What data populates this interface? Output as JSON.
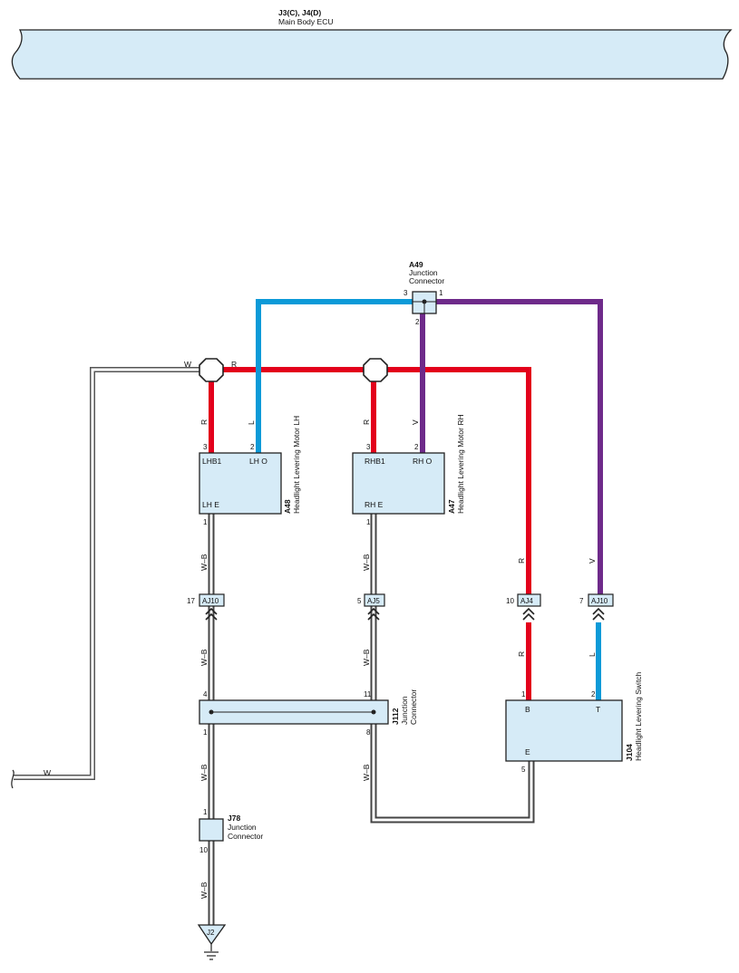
{
  "ecu": {
    "code": "J3(C), J4(D)",
    "name": "Main Body ECU"
  },
  "a49": {
    "code": "A49",
    "line1": "Junction",
    "line2": "Connector",
    "pin_left": "3",
    "pin_right": "1",
    "pin_bottom": "2"
  },
  "motor_lh": {
    "code": "A48",
    "name": "Headlight Levering Motor LH",
    "pin_lhb1_num": "3",
    "pin_lho_num": "2",
    "lhb1": "LHB1",
    "lho": "LH O",
    "lhe": "LH E",
    "pin_bottom_num": "1"
  },
  "motor_rh": {
    "code": "A47",
    "name": "Headlight Levering Motor RH",
    "pin_rhb1_num": "3",
    "pin_rho_num": "2",
    "rhb1": "RHB1",
    "rho": "RH O",
    "rhe": "RH E",
    "pin_bottom_num": "1"
  },
  "wire_colors": {
    "r": "R",
    "l": "L",
    "v": "V",
    "w": "W",
    "wb": "W–B"
  },
  "connectors": {
    "aj10_a": {
      "label": "AJ10",
      "pin": "17"
    },
    "aj5": {
      "label": "AJ5",
      "pin": "5"
    },
    "aj4": {
      "label": "AJ4",
      "pin": "10"
    },
    "aj10_b": {
      "label": "AJ10",
      "pin": "7"
    }
  },
  "j112": {
    "code": "J112",
    "line1": "Junction",
    "line2": "Connector",
    "pin_tl": "4",
    "pin_tr": "11",
    "pin_bl": "1",
    "pin_br": "8"
  },
  "j104": {
    "code": "J104",
    "name": "Headlight Levering Switch",
    "pin_b_num": "1",
    "pin_t_num": "2",
    "b": "B",
    "t": "T",
    "e": "E",
    "pin_e_num": "5"
  },
  "j78": {
    "code": "J78",
    "line1": "Junction",
    "line2": "Connector",
    "pin_top": "1",
    "pin_bottom": "10"
  },
  "ground": {
    "code": "J2"
  },
  "colors": {
    "red": "#e3001b",
    "blue": "#0c9ad8",
    "purple": "#6e2a8a",
    "fill": "#d6ebf7",
    "stroke": "#222222"
  }
}
